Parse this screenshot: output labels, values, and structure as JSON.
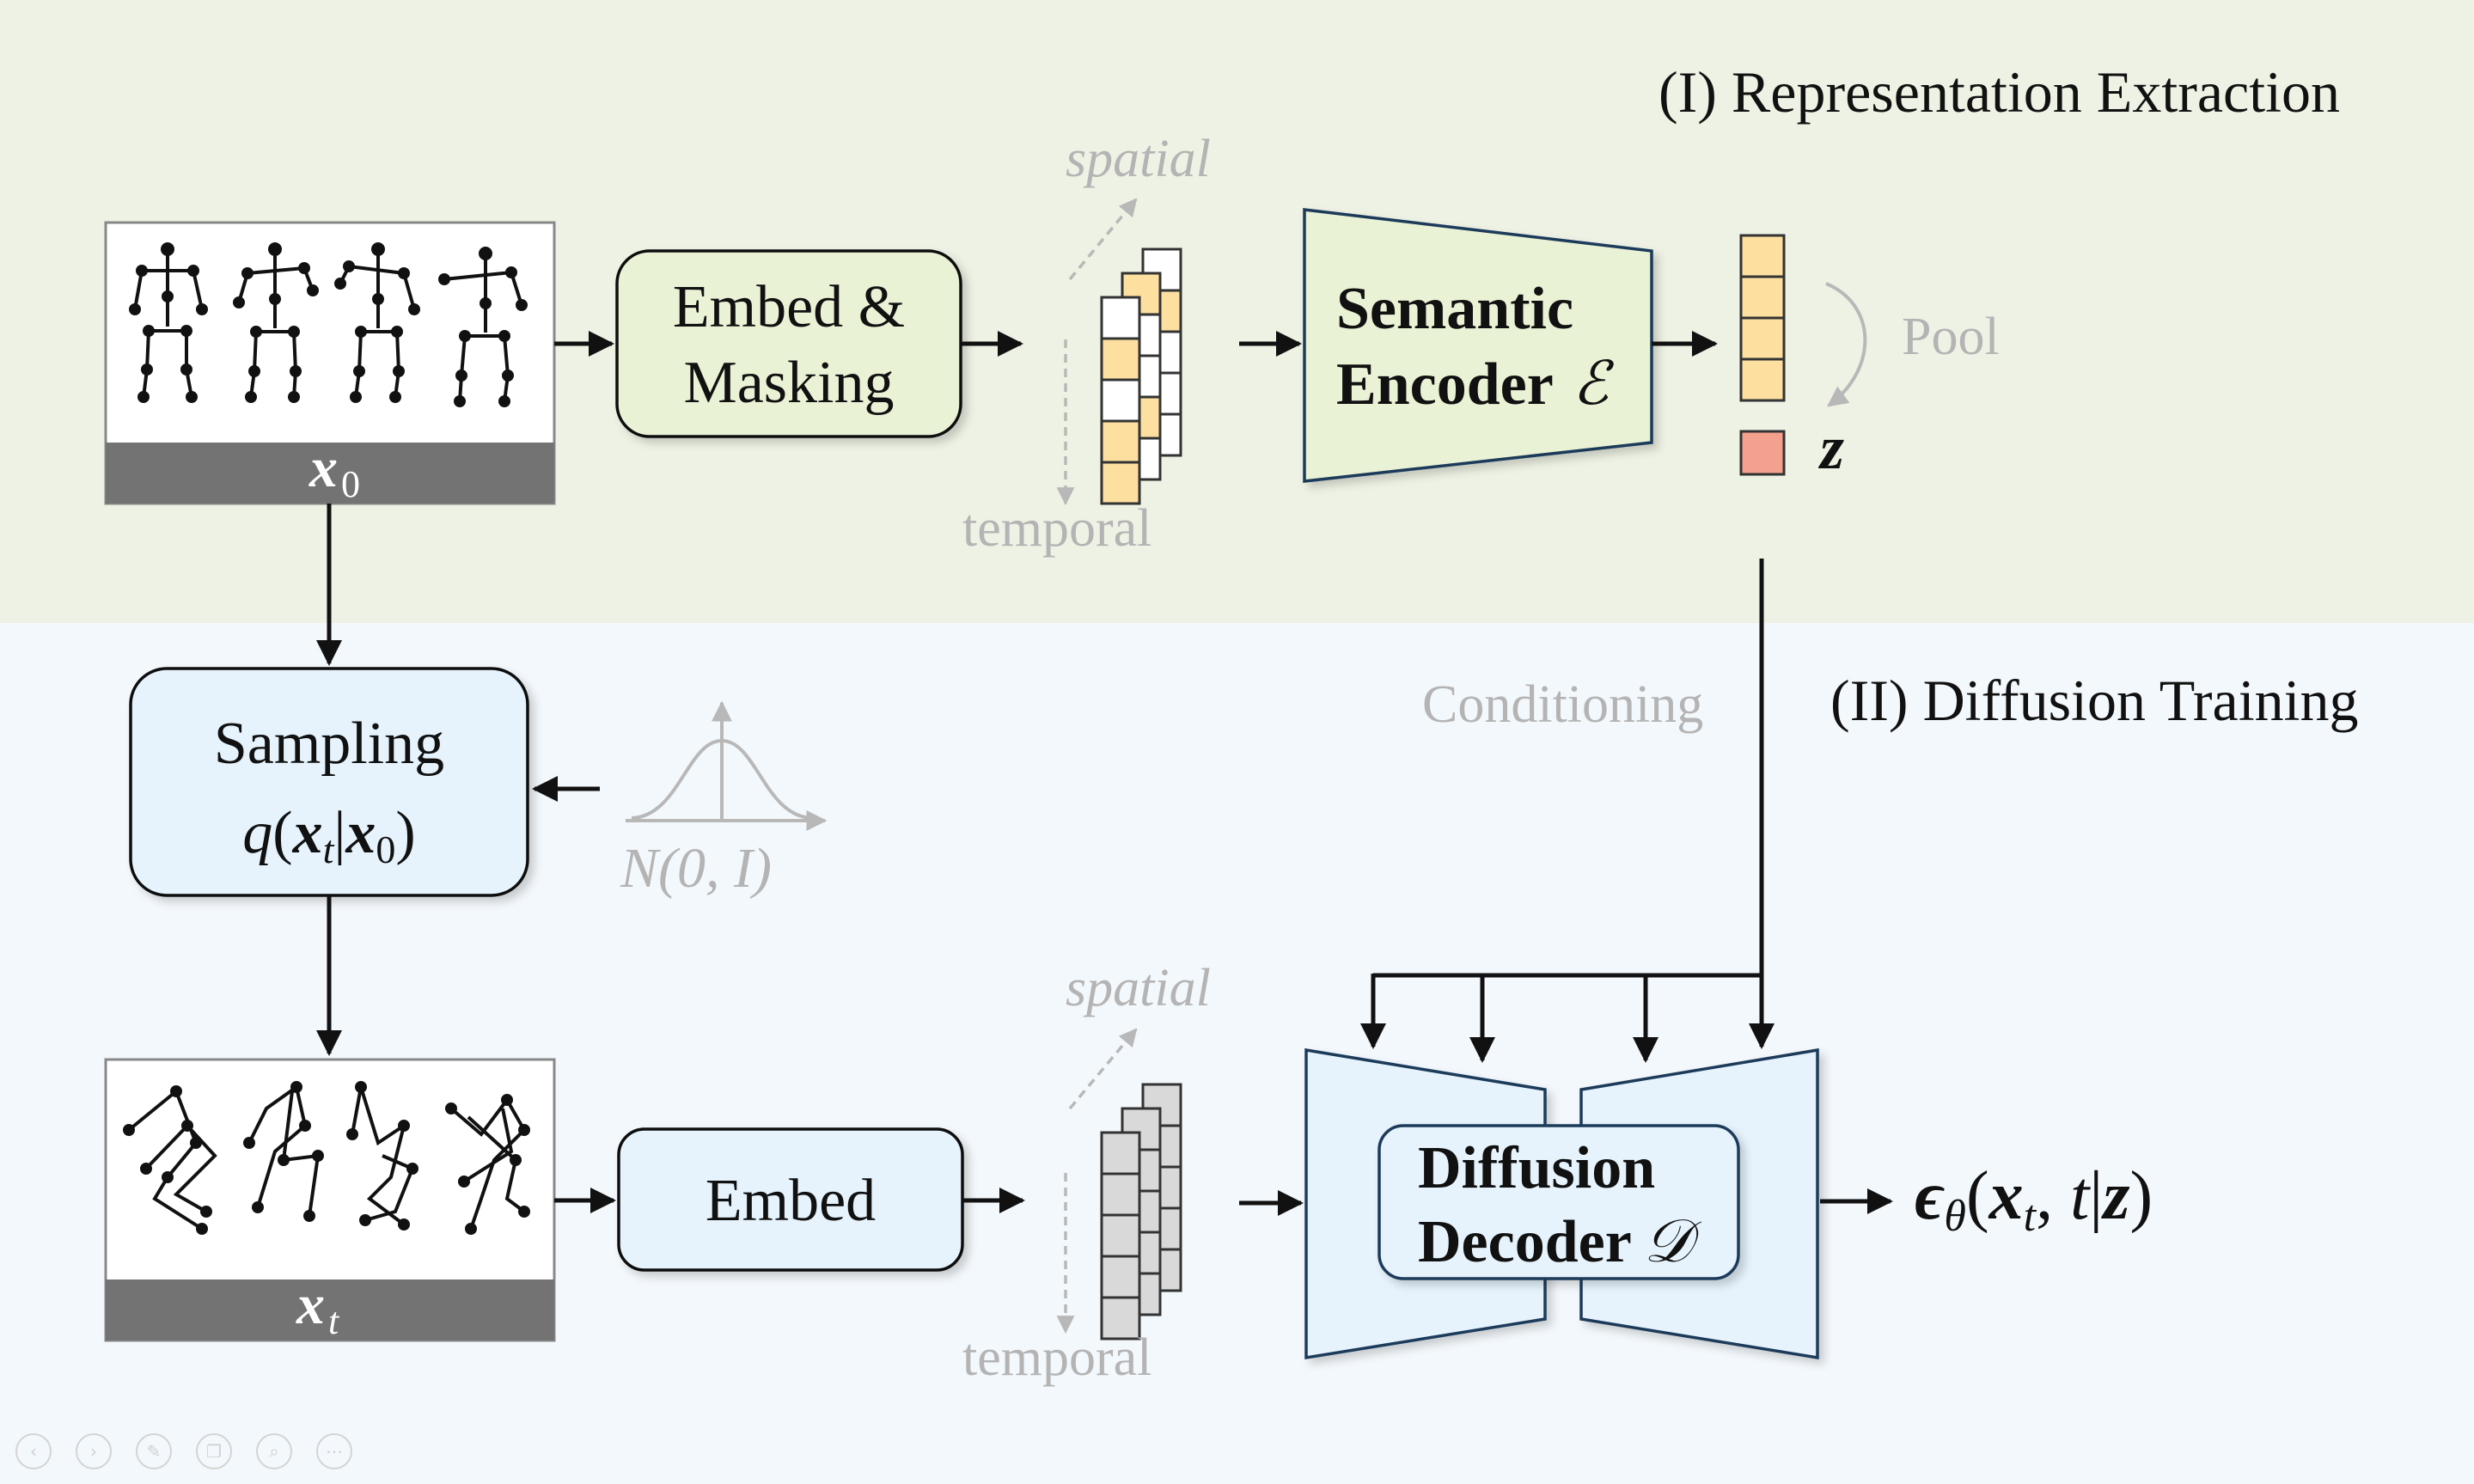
{
  "sections": {
    "top_title": "(I) Representation Extraction",
    "bottom_title": "(II) Diffusion Training"
  },
  "inputs": {
    "x0_label": "x",
    "x0_sub": "0",
    "xt_label": "x",
    "xt_sub": "t"
  },
  "blocks": {
    "embed_masking_line1": "Embed &",
    "embed_masking_line2": "Masking",
    "embed": "Embed",
    "encoder_line1": "Semantic",
    "encoder_line2": "Encoder",
    "encoder_symbol": "ℰ",
    "sampling_line1": "Sampling",
    "decoder_line1": "Diffusion",
    "decoder_line2": "Decoder",
    "decoder_symbol": "𝒟"
  },
  "axes": {
    "spatial": "spatial",
    "temporal": "temporal"
  },
  "labels": {
    "pool": "Pool",
    "z": "z",
    "conditioning": "Conditioning",
    "noise": "N(0, I)"
  },
  "colors": {
    "top_bg": "#eef2e4",
    "bottom_bg": "#f3f8fc",
    "green_fill": "#eaf2d6",
    "blue_fill": "#e6f3fc",
    "token_yellow": "#fde0a0",
    "token_gray": "#d9d9d9",
    "z_red": "#f4a08e",
    "gray_text": "#b4b4b4",
    "label_bar": "#737373"
  },
  "toolbar": {
    "icons": [
      "prev-icon",
      "next-icon",
      "pen-icon",
      "copy-icon",
      "zoom-icon",
      "more-icon"
    ]
  }
}
